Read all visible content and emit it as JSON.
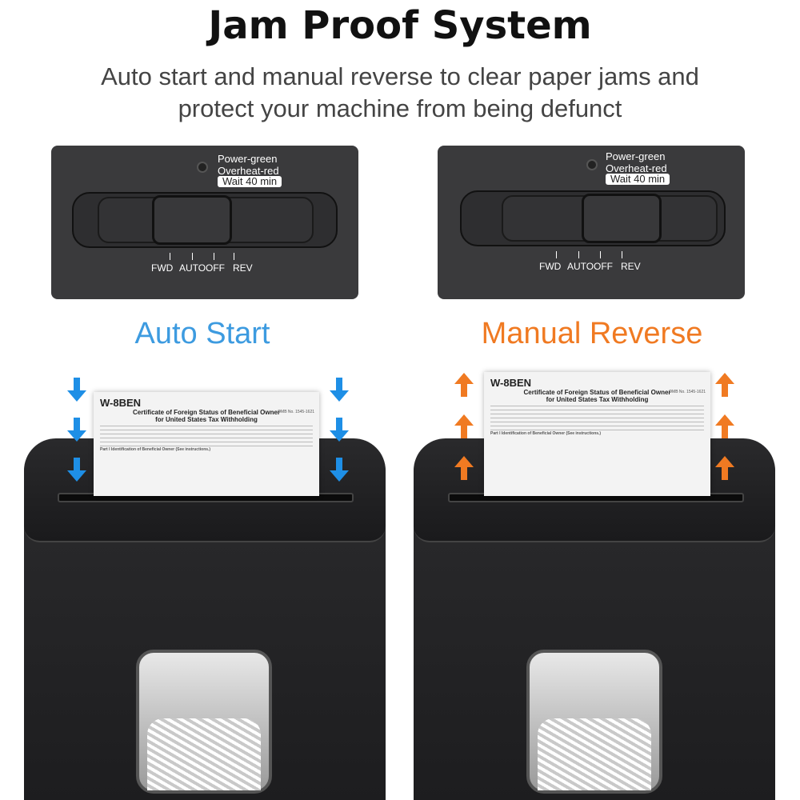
{
  "header": {
    "title": "Jam Proof System",
    "subtitle_line1": "Auto start and manual reverse to clear paper jams and",
    "subtitle_line2": "protect your machine from being defunct"
  },
  "panel": {
    "power": "Power-green",
    "overheat": "Overheat-red",
    "wait": "Wait 40 min",
    "fwd": "FWD",
    "auto": "AUTO",
    "off": "OFF",
    "rev": "REV"
  },
  "modes": {
    "left": "Auto Start",
    "right": "Manual Reverse",
    "left_color": "#3d9be0",
    "right_color": "#f07a22"
  },
  "form": {
    "number": "W-8BEN",
    "title1": "Certificate of Foreign Status of Beneficial Owner",
    "title2": "for United States Tax Withholding",
    "part": "Part I  Identification of Beneficial Owner (See instructions.)",
    "omb": "OMB No. 1545-1621"
  }
}
